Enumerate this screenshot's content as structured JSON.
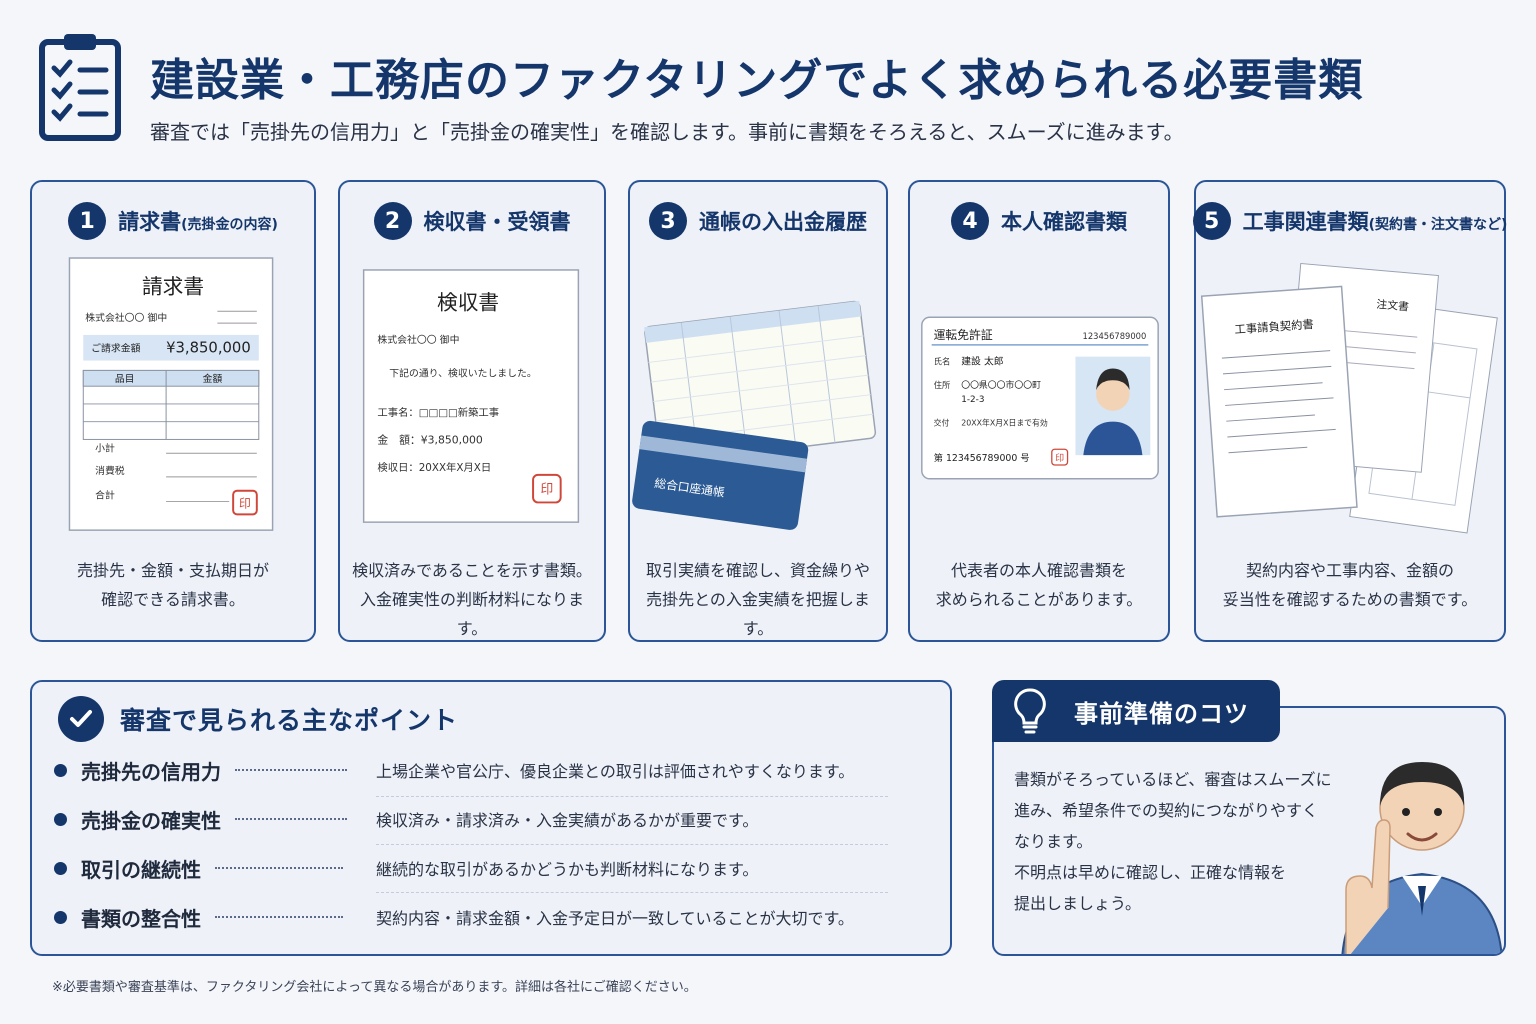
{
  "header": {
    "title": "建設業・工務店のファクタリングでよく求められる必要書類",
    "subtitle": "審査では「売掛先の信用力」と「売掛金の確実性」を確認します。事前に書類をそろえると、スムーズに進みます。",
    "icon": "clipboard-checklist-icon"
  },
  "cards": [
    {
      "number": "1",
      "title": "請求書",
      "title_note": "(売掛金の内容)",
      "desc_line1": "売掛先・金額・支払期日が",
      "desc_line2": "確認できる請求書。",
      "doc": {
        "heading": "請求書",
        "recipient": "株式会社〇〇 御中",
        "amount_label": "ご請求金額",
        "amount": "¥3,850,000",
        "col_item": "品目",
        "col_amount": "金額",
        "subtotal": "小計",
        "tax": "消費税",
        "total": "合計",
        "seal": "印"
      }
    },
    {
      "number": "2",
      "title": "検収書・受領書",
      "desc_line1": "検収済みであることを示す書類。",
      "desc_line2": "入金確実性の判断材料になります。",
      "doc": {
        "heading": "検収書",
        "recipient": "株式会社〇〇 御中",
        "body": "下記の通り、検収いたしました。",
        "work": "工事名：□□□□新築工事",
        "amount": "金　額：¥3,850,000",
        "date": "検収日：20XX年X月X日",
        "seal": "印"
      }
    },
    {
      "number": "3",
      "title": "通帳の入出金履歴",
      "desc_line1": "取引実績を確認し、資金繰りや",
      "desc_line2": "売掛先との入金実績を把握します。",
      "doc": {
        "passbook_label": "総合口座通帳"
      }
    },
    {
      "number": "4",
      "title": "本人確認書類",
      "desc_line1": "代表者の本人確認書類を",
      "desc_line2": "求められることがあります。",
      "doc": {
        "heading": "運転免許証",
        "id_number": "123456789000",
        "name_label": "氏名",
        "name": "建設 太郎",
        "address_label": "住所",
        "address1": "〇〇県〇〇市〇〇町",
        "address2": "1-2-3",
        "valid_label": "交付",
        "valid": "20XX年X月X日まで有効",
        "license_no": "第 123456789000 号",
        "seal": "印"
      }
    },
    {
      "number": "5",
      "title": "工事関連書類",
      "title_note": "(契約書・注文書など)",
      "desc_line1": "契約内容や工事内容、金額の",
      "desc_line2": "妥当性を確認するための書類です。",
      "doc": {
        "contract_title": "工事請負契約書",
        "order_title": "注文書"
      }
    }
  ],
  "points": {
    "title": "審査で見られる主なポイント",
    "icon": "check-circle-icon",
    "items": [
      {
        "label": "売掛先の信用力",
        "text": "上場企業や官公庁、優良企業との取引は評価されやすくなります。"
      },
      {
        "label": "売掛金の確実性",
        "text": "検収済み・請求済み・入金実績があるかが重要です。"
      },
      {
        "label": "取引の継続性",
        "text": "継続的な取引があるかどうかも判断材料になります。"
      },
      {
        "label": "書類の整合性",
        "text": "契約内容・請求金額・入金予定日が一致していることが大切です。"
      }
    ]
  },
  "tips": {
    "title": "事前準備のコツ",
    "icon": "lightbulb-icon",
    "line1": "書類がそろっているほど、審査はスムーズに",
    "line2": "進み、希望条件での契約につながりやすく",
    "line3": "なります。",
    "line4": "不明点は早めに確認し、正確な情報を",
    "line5": "提出しましょう。"
  },
  "footnote": "※必要書類や審査基準は、ファクタリング会社によって異なる場合があります。詳細は各社にご確認ください。",
  "colors": {
    "navy": "#15366b",
    "border": "#2c5597",
    "card_bg": "#eef2f8",
    "seal_red": "#d0473a"
  }
}
